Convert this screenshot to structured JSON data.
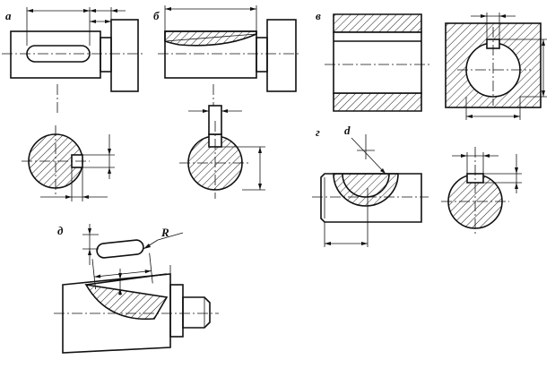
{
  "labels": {
    "a": "а",
    "b": "б",
    "v": "в",
    "g": "г",
    "d": "д",
    "dim_d": "d",
    "dim_R": "R"
  }
}
